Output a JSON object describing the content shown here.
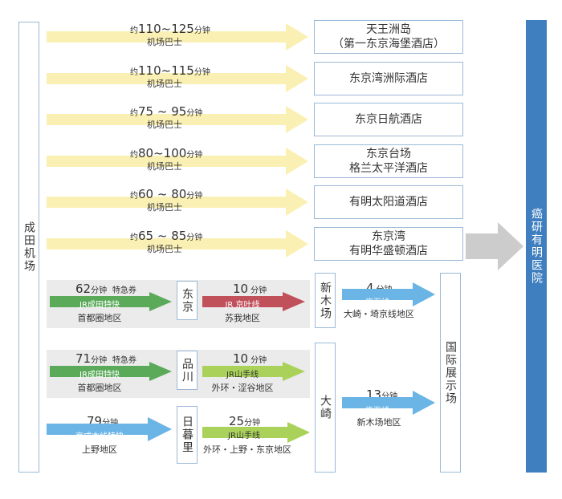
{
  "narita": "成田机场",
  "destination": "癌研有明医院",
  "bus_unit": "机场巴士",
  "bus_routes": [
    {
      "prefix": "约",
      "time": "110~125",
      "unit": "分钟",
      "hotel": [
        "天王洲岛",
        "（第一东京海堡酒店）"
      ]
    },
    {
      "prefix": "约",
      "time": "110~115",
      "unit": "分钟",
      "hotel": [
        "东京湾洲际酒店"
      ]
    },
    {
      "prefix": "约",
      "time": "75 ~ 95",
      "unit": "分钟",
      "hotel": [
        "东京日航酒店"
      ]
    },
    {
      "prefix": "约",
      "time": "80~100",
      "unit": "分钟",
      "hotel": [
        "东京台场",
        "格兰太平洋酒店"
      ]
    },
    {
      "prefix": "约",
      "time": "60 ~ 80",
      "unit": "分钟",
      "hotel": [
        "有明太阳道酒店"
      ]
    },
    {
      "prefix": "约",
      "time": "65 ~ 85",
      "unit": "分钟",
      "hotel": [
        "东京湾",
        "有明华盛顿酒店"
      ]
    }
  ],
  "rail": {
    "r1": {
      "time": "62",
      "unit": "分钟",
      "extra": "特急券",
      "line": "JR成田特快",
      "area": "首都圈地区",
      "station": "东京",
      "time2": "10",
      "unit2": "分钟",
      "line2": "JR 京叶线",
      "area2": "苏我地区"
    },
    "r2": {
      "time": "71",
      "unit": "分钟",
      "extra": "特急券",
      "line": "JR成田特快",
      "area": "首都圈地区",
      "station": "品川",
      "time2": "10",
      "unit2": "分钟",
      "line2": "JR山手线",
      "area2": "外环・涩谷地区"
    },
    "r3": {
      "time": "79",
      "unit": "分钟",
      "line": "京成本线特快",
      "area": "上野地区",
      "station": "日暮里",
      "time2": "25",
      "unit2": "分钟",
      "line2": "JR山手线",
      "area2": "外环・上野・东京地区"
    },
    "shinkiba": "新木场",
    "osaki": "大崎",
    "to_expo1": {
      "time": "4",
      "unit": "分钟",
      "line": "临海线",
      "area": "大崎・埼京线地区"
    },
    "to_expo2": {
      "time": "13",
      "unit": "分钟",
      "line": "临海线",
      "area": "新木场地区"
    },
    "expo": "国际展示场"
  },
  "colors": {
    "bus": "#faf0b4",
    "green": "#5aaa5a",
    "red": "#c0505a",
    "lightgreen": "#aad25a",
    "lightblue": "#6ab4e6",
    "blue": "#3f7fbf",
    "gray": "#cccccc"
  }
}
